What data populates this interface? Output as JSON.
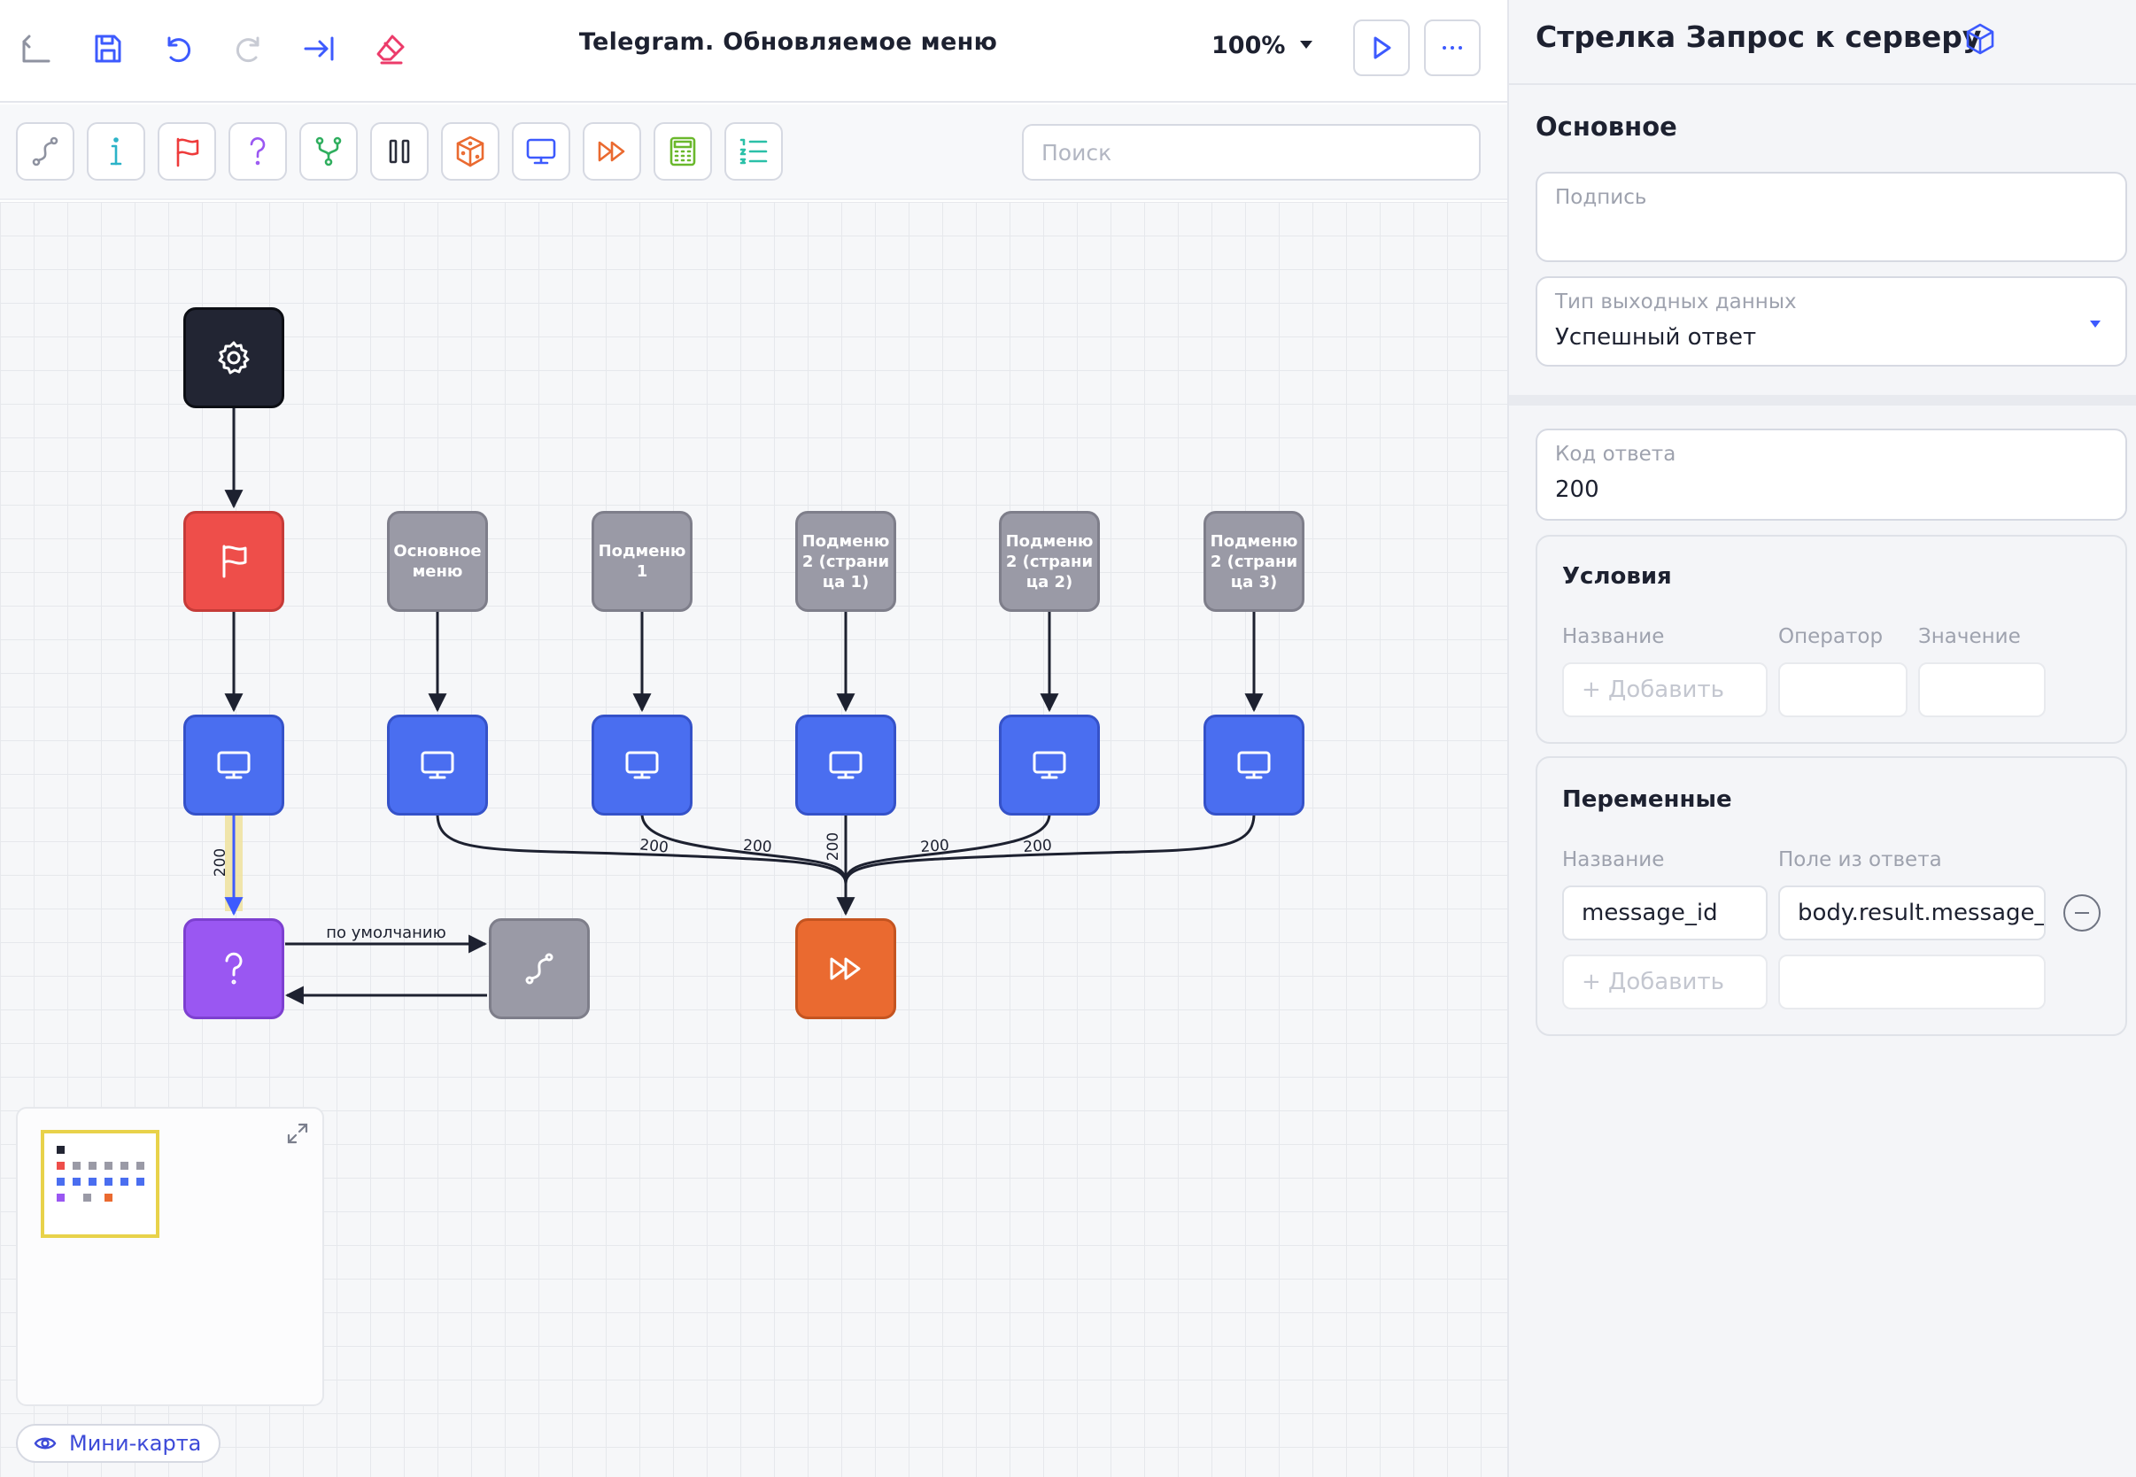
{
  "topbar": {
    "title": "Telegram. Обновляемое меню",
    "zoom": "100%"
  },
  "search": {
    "placeholder": "Поиск"
  },
  "canvas": {
    "nodes": [
      {
        "id": "settings",
        "type": "settings",
        "icon": "gear-icon"
      },
      {
        "id": "start",
        "type": "start",
        "icon": "flag-icon"
      },
      {
        "id": "lbl-main",
        "type": "label",
        "text": "Основное меню"
      },
      {
        "id": "lbl-sub1",
        "type": "label",
        "text": "Подменю 1"
      },
      {
        "id": "lbl-sub2-p1",
        "type": "label",
        "text": "Подменю 2 (страница 1)"
      },
      {
        "id": "lbl-sub2-p2",
        "type": "label",
        "text": "Подменю 2 (страница 2)"
      },
      {
        "id": "lbl-sub2-p3",
        "type": "label",
        "text": "Подменю 2 (страница 3)"
      },
      {
        "id": "screen-1",
        "type": "screen",
        "icon": "monitor-icon"
      },
      {
        "id": "screen-2",
        "type": "screen",
        "icon": "monitor-icon"
      },
      {
        "id": "screen-3",
        "type": "screen",
        "icon": "monitor-icon"
      },
      {
        "id": "screen-4",
        "type": "screen",
        "icon": "monitor-icon"
      },
      {
        "id": "screen-5",
        "type": "screen",
        "icon": "monitor-icon"
      },
      {
        "id": "screen-6",
        "type": "screen",
        "icon": "monitor-icon"
      },
      {
        "id": "question",
        "type": "question",
        "icon": "question-icon"
      },
      {
        "id": "link",
        "type": "link",
        "icon": "route-icon"
      },
      {
        "id": "jump",
        "type": "jump",
        "icon": "fast-forward-icon"
      }
    ],
    "edge_labels": {
      "vertical": "200",
      "e2": "200",
      "e3": "200",
      "e4": "200",
      "e5": "200",
      "e6": "200",
      "default": "по умолчанию"
    }
  },
  "minimap": {
    "toggle_label": "Мини-карта"
  },
  "panel": {
    "title": "Стрелка Запрос к серверу",
    "basic": {
      "section_title": "Основное",
      "caption_label": "Подпись",
      "caption_value": "",
      "output_type_label": "Тип выходных данных",
      "output_type_value": "Успешный ответ"
    },
    "response_code": {
      "label": "Код ответа",
      "value": "200"
    },
    "conditions": {
      "title": "Условия",
      "col_name": "Название",
      "col_operator": "Оператор",
      "col_value": "Значение",
      "add_label": "+ Добавить"
    },
    "variables": {
      "title": "Переменные",
      "col_name": "Название",
      "col_field": "Поле из ответа",
      "rows": [
        {
          "name": "message_id",
          "field": "body.result.message_id"
        }
      ],
      "add_label": "+ Добавить"
    }
  },
  "colors": {
    "accent": "#3d5afe",
    "settings": "#222533",
    "start": "#ee4e4a",
    "screen": "#4a6ef0",
    "question": "#9a57f2",
    "link": "#9a9aa6",
    "jump": "#ea6a30",
    "highlight": "#e8d24a"
  }
}
